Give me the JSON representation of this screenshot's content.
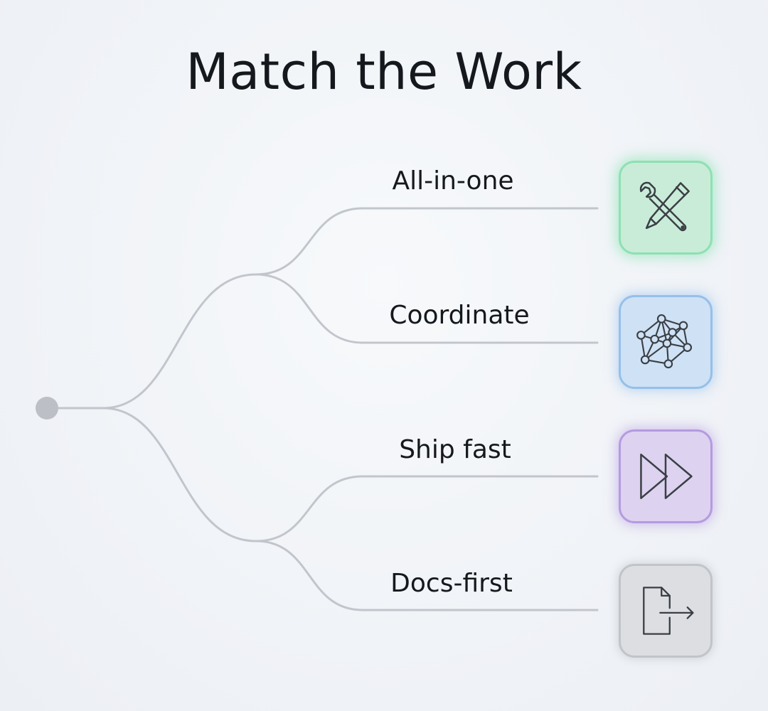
{
  "title": "Match the Work",
  "branches": [
    {
      "label": "All-in-one",
      "icon": "wrench-pencil-icon",
      "color": "#c9ecd8"
    },
    {
      "label": "Coordinate",
      "icon": "network-icon",
      "color": "#cfe1f4"
    },
    {
      "label": "Ship fast",
      "icon": "fast-forward-icon",
      "color": "#ddd2f0"
    },
    {
      "label": "Docs-first",
      "icon": "document-export-icon",
      "color": "#dcdee1"
    }
  ]
}
